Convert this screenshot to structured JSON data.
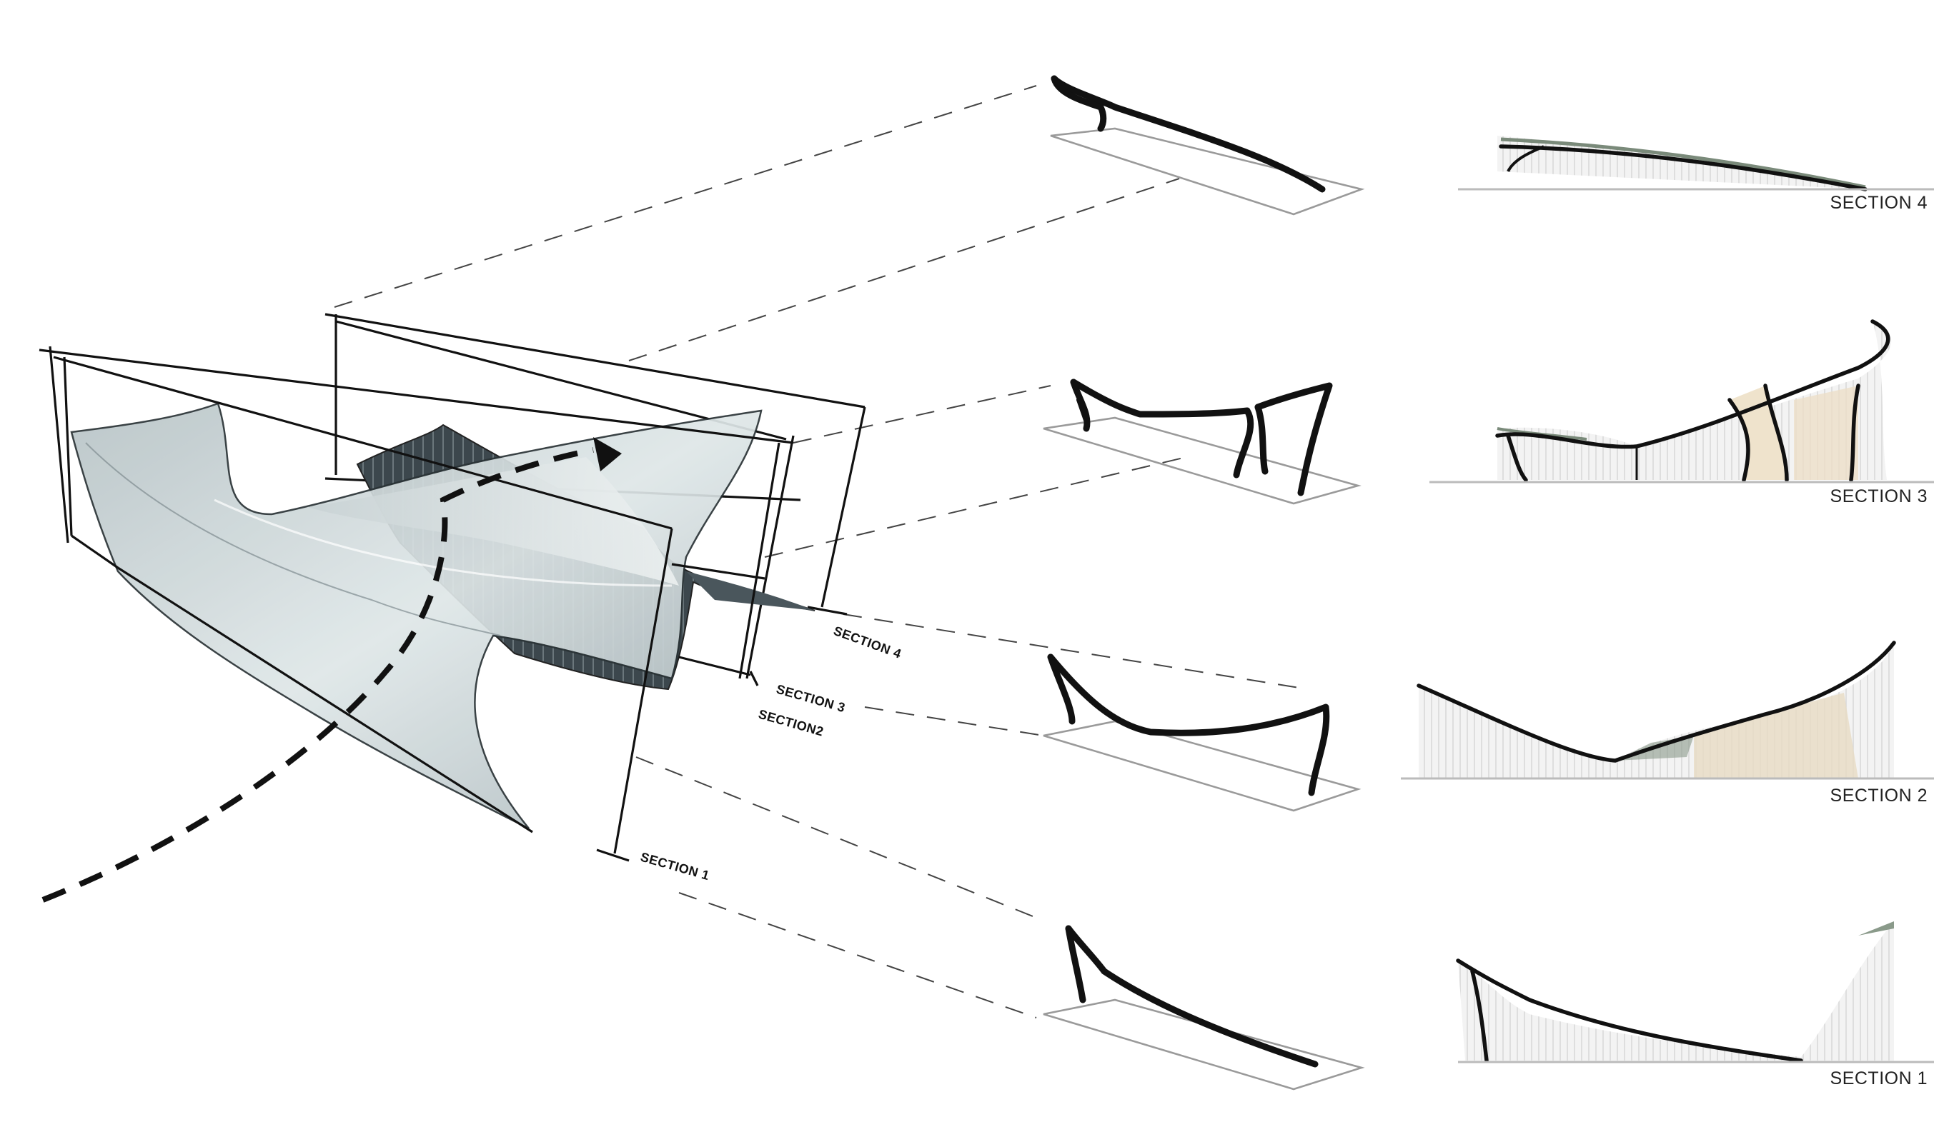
{
  "colors": {
    "line": "#111111",
    "dashed_guide": "#444444",
    "light_shell": "#c9d4d6",
    "dark_shell": "#3c474d",
    "plate": "#9a9a9a",
    "building_fill": "#f2f2f2",
    "beige": "#e8dcc6"
  },
  "model_labels": {
    "section_1": "SECTION 1",
    "section_2": "SECTION2",
    "section_3": "SECTION 3",
    "section_4": "SECTION 4"
  },
  "elevation_labels": {
    "section_4": "SECTION 4",
    "section_3": "SECTION 3",
    "section_2": "SECTION 2",
    "section_1": "SECTION 1"
  }
}
